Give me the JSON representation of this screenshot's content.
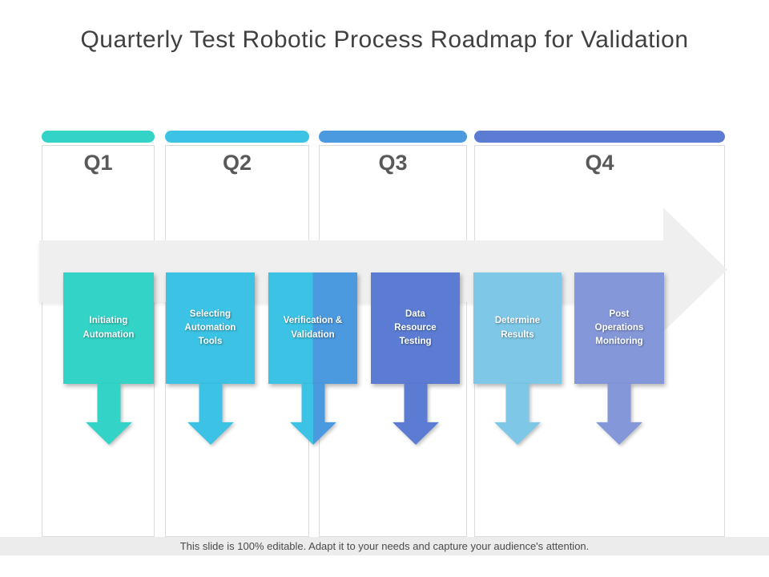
{
  "title": "Quarterly Test Robotic Process Roadmap for Validation",
  "quarters": [
    {
      "label": "Q1",
      "color": "#33d4c7"
    },
    {
      "label": "Q2",
      "color": "#3bc2e4"
    },
    {
      "label": "Q3",
      "color": "#4b99df"
    },
    {
      "label": "Q4",
      "color": "#5b7cd2"
    }
  ],
  "steps": [
    {
      "label": "Initiating\nAutomation",
      "color": "#33d4c7"
    },
    {
      "label": "Selecting\nAutomation\nTools",
      "color": "#3bc2e4"
    },
    {
      "label": "Verification &\nValidation",
      "color": "#3bc2e4",
      "color2": "#4b99df"
    },
    {
      "label": "Data\nResource\nTesting",
      "color": "#5b7cd2"
    },
    {
      "label": "Determine\nResults",
      "color": "#7ec7e7"
    },
    {
      "label": "Post\nOperations\nMonitoring",
      "color": "#8497d9"
    }
  ],
  "timeline": {
    "color": "#efefef"
  },
  "footer": {
    "note": "This slide is 100% editable. Adapt it to your needs and capture your audience's attention."
  }
}
